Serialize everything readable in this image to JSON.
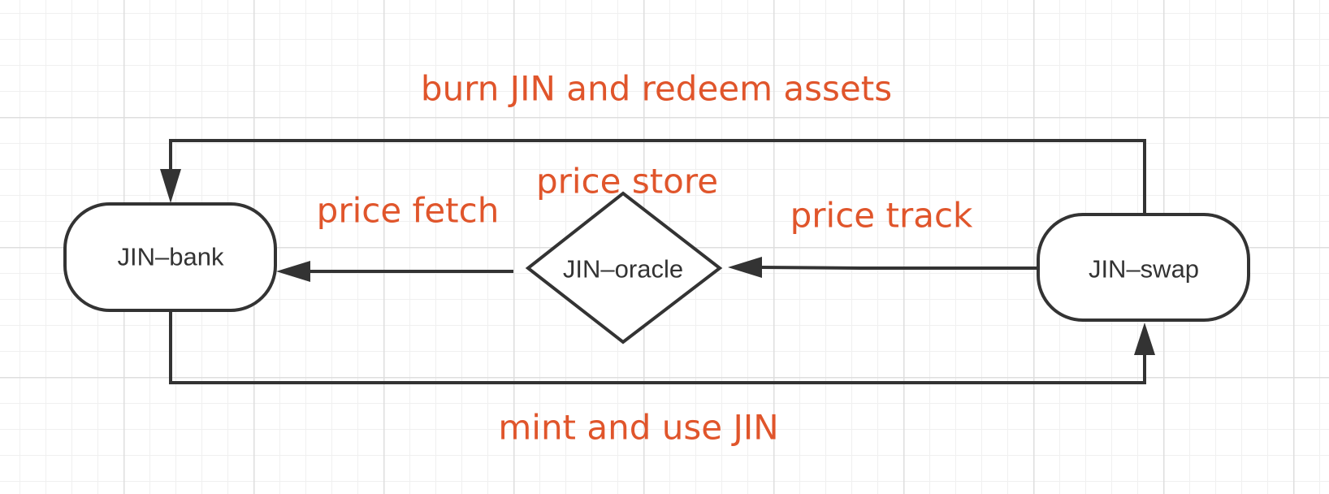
{
  "colors": {
    "edge_label": "#e0552b",
    "stroke": "#333333",
    "node_fill": "#ffffff"
  },
  "nodes": {
    "bank": {
      "label": "JIN–bank",
      "shape": "rounded-rectangle"
    },
    "oracle": {
      "label": "JIN–oracle",
      "shape": "diamond"
    },
    "swap": {
      "label": "JIN–swap",
      "shape": "rounded-rectangle"
    }
  },
  "edges": {
    "burn": {
      "label": "burn JIN and redeem assets",
      "from": "JIN–swap",
      "to": "JIN–bank"
    },
    "mint": {
      "label": "mint and use JIN",
      "from": "JIN–bank",
      "to": "JIN–swap"
    },
    "fetch": {
      "label": "price fetch",
      "from": "JIN–oracle",
      "to": "JIN–bank"
    },
    "track": {
      "label": "price track",
      "from": "JIN–swap",
      "to": "JIN–oracle"
    }
  },
  "annotations": {
    "store": "price store"
  }
}
